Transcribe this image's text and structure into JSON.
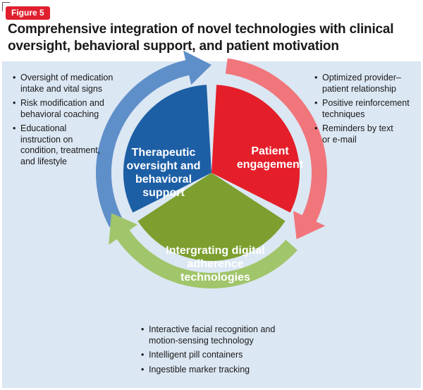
{
  "figure_label": "Figure 5",
  "title_lines": [
    "Comprehensive integration of novel technologies with clinical",
    "oversight, behavioral support, and patient motivation"
  ],
  "colors": {
    "badge": "#e0202f",
    "panel": "#dbe7f3",
    "blue_segment": "#1d5fa5",
    "red_segment": "#e41f2a",
    "green_segment": "#7c9f2f",
    "blue_arrow": "#5f8fc9",
    "red_arrow": "#f0767c",
    "green_arrow": "#a1c56a"
  },
  "segments": {
    "therapeutic": {
      "label_lines": [
        "Therapeutic",
        "oversight and",
        "behavioral",
        "support"
      ]
    },
    "patient": {
      "label_lines": [
        "Patient",
        "engagement"
      ]
    },
    "digital": {
      "label_lines": [
        "Intergrating digital",
        "adherence",
        "technologies"
      ]
    }
  },
  "bullets": {
    "left": [
      {
        "lines": [
          "Oversight of medication",
          "intake and vital signs"
        ]
      },
      {
        "lines": [
          "Risk modification and",
          "behavioral coaching"
        ]
      },
      {
        "lines": [
          "Educational",
          "instruction on",
          "condition, treatment,",
          "and lifestyle"
        ]
      }
    ],
    "right": [
      {
        "lines": [
          "Optimized provider–",
          "patient relationship"
        ]
      },
      {
        "lines": [
          "Positive reinforcement",
          "techniques"
        ]
      },
      {
        "lines": [
          "Reminders by text",
          "or e-mail"
        ]
      }
    ],
    "bottom": [
      {
        "lines": [
          "Interactive facial recognition and",
          "motion-sensing technology"
        ]
      },
      {
        "lines": [
          "Intelligent pill containers"
        ]
      },
      {
        "lines": [
          "Ingestible marker tracking"
        ]
      }
    ]
  }
}
